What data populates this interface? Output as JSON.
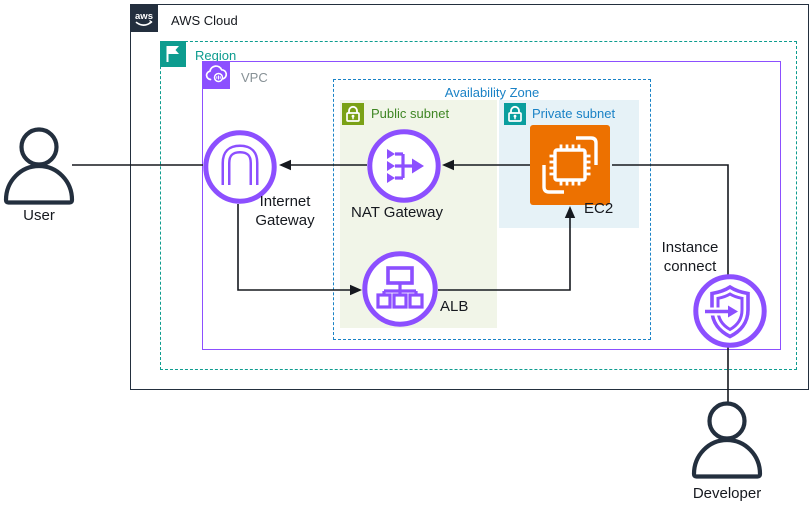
{
  "aws_logo_text": "aws",
  "containers": {
    "aws_cloud": {
      "label": "AWS Cloud"
    },
    "region": {
      "label": "Region"
    },
    "vpc": {
      "label": "VPC"
    },
    "availability_zone": {
      "label": "Availability Zone"
    },
    "public_subnet": {
      "label": "Public subnet"
    },
    "private_subnet": {
      "label": "Private subnet"
    }
  },
  "nodes": {
    "internet_gateway": {
      "label": "Internet Gateway"
    },
    "nat_gateway": {
      "label": "NAT Gateway"
    },
    "alb": {
      "label": "ALB"
    },
    "ec2": {
      "label": "EC2"
    },
    "instance_connect": {
      "label": "Instance connect"
    },
    "user": {
      "label": "User"
    },
    "developer": {
      "label": "Developer"
    }
  },
  "colors": {
    "aws_dark": "#232F3E",
    "region_teal": "#0d9c8f",
    "vpc_purple": "#8C4FFF",
    "az_blue": "#1a82c6",
    "public_subnet_icon_green": "#7AA116",
    "public_subnet_text_green": "#3F8624",
    "private_subnet_icon_teal": "#0a9e9e",
    "ec2_orange": "#ED7100",
    "public_subnet_bg": "#F1F5E8",
    "private_subnet_bg": "#E6F2F7",
    "connector_black": "#16191f"
  }
}
